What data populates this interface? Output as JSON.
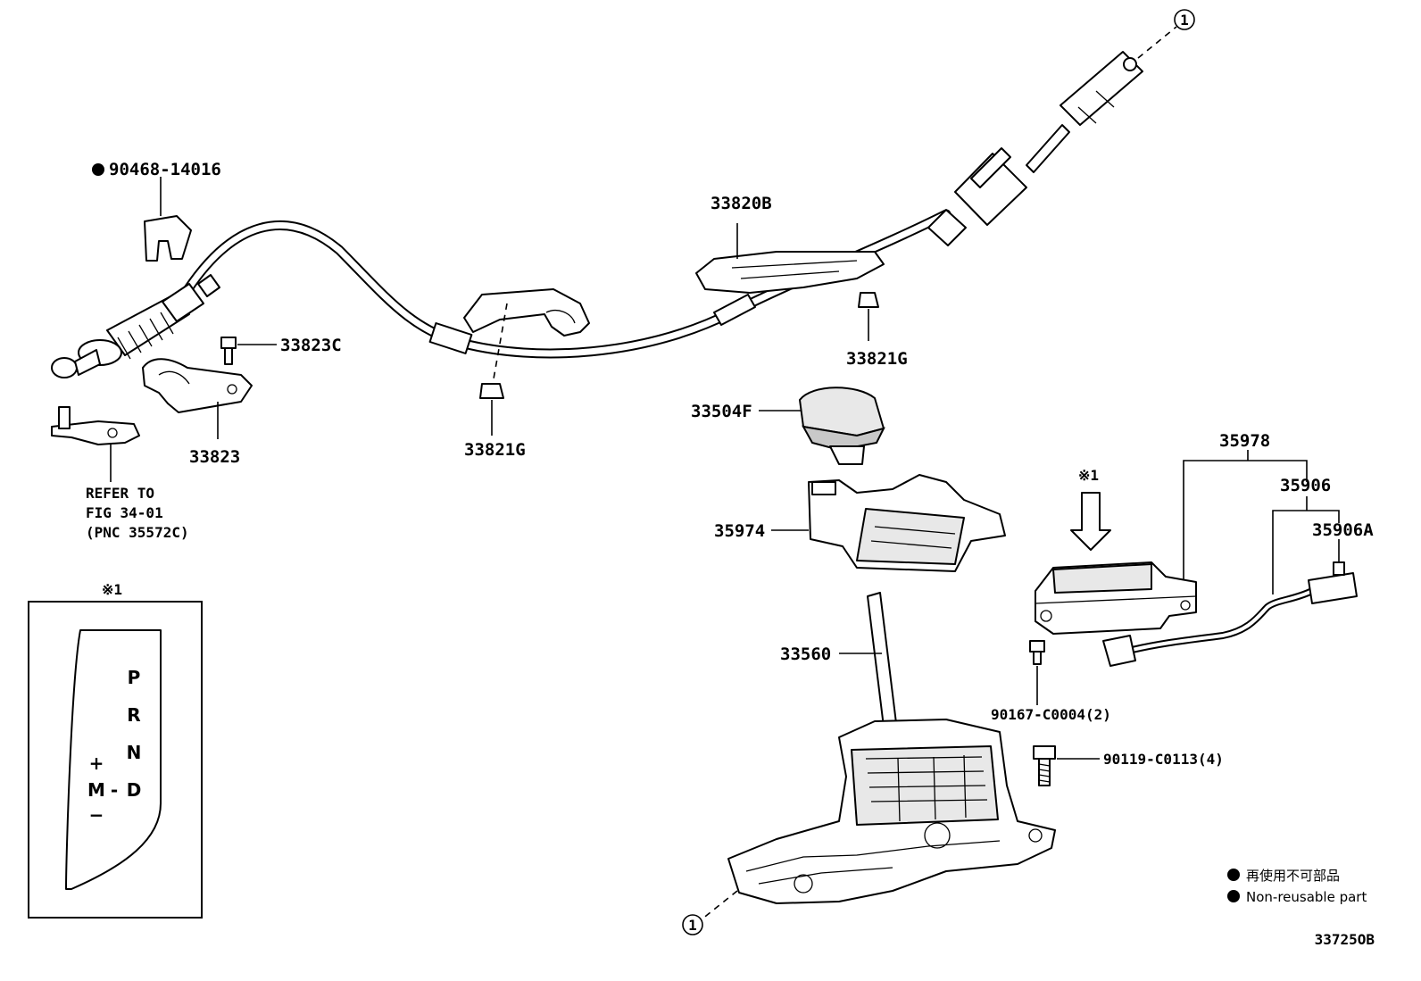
{
  "labels": {
    "p90468": "90468-14016",
    "p33823C": "33823C",
    "p33823": "33823",
    "refer1": "REFER TO",
    "refer2": "FIG 34-01",
    "refer3": "(PNC 35572C)",
    "p33821G_a": "33821G",
    "p33821G_b": "33821G",
    "p33820B": "33820B",
    "p33504F": "33504F",
    "p35974": "35974",
    "p33560": "33560",
    "p35978": "35978",
    "p35906": "35906",
    "p35906A": "35906A",
    "p90167": "90167-C0004(2)",
    "p90119": "90119-C0113(4)",
    "note1_top": "※1",
    "note1_box": "※1",
    "circle_top": "1",
    "circle_bottom": "1"
  },
  "gate": {
    "p": "P",
    "r": "R",
    "n": "N",
    "d": "D",
    "m": "M",
    "plus": "+",
    "minus": "−",
    "dash": "-"
  },
  "legend": {
    "line1": "再使用不可部品",
    "line2": "Non-reusable part"
  },
  "figure_id": "33725OB"
}
